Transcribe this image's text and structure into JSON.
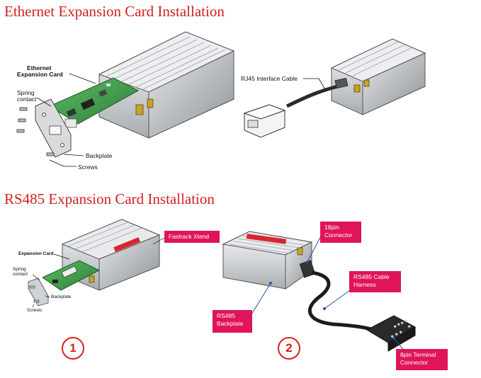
{
  "titles": {
    "ethernet": "Ethernet Expansion Card Installation",
    "rs485": "RS485 Expansion Card Installation"
  },
  "ethernet_labels": {
    "card_line1": "Ethernet",
    "card_line2": "Expansion Card",
    "spring_line1": "Spring",
    "spring_line2": "contact",
    "backplate": "Backplate",
    "screws": "Screws",
    "rj45": "RJ45 Interface Cable"
  },
  "rs485_labels": {
    "card": "Expansion Card",
    "spring_line1": "Spring",
    "spring_line2": "contact",
    "backplate": "Backplate",
    "screws": "Screws",
    "fastrack": "Fastrack Xtend",
    "pin18_line1": "18pin",
    "pin18_line2": "Connector",
    "harness_line1": "RS485 Cable",
    "harness_line2": "Harness",
    "rs485bp_line1": "RS485",
    "rs485bp_line2": "Backplate",
    "pin8_line1": "8pin Terminal",
    "pin8_line2": "Connector"
  },
  "steps": [
    "1",
    "2"
  ],
  "colors": {
    "title_red": "#d42020",
    "callout_pink": "#e0145a",
    "callout_text": "#ffffff",
    "pcb_green": "#3a9a4a",
    "modem_grey": "#c9ccce"
  }
}
